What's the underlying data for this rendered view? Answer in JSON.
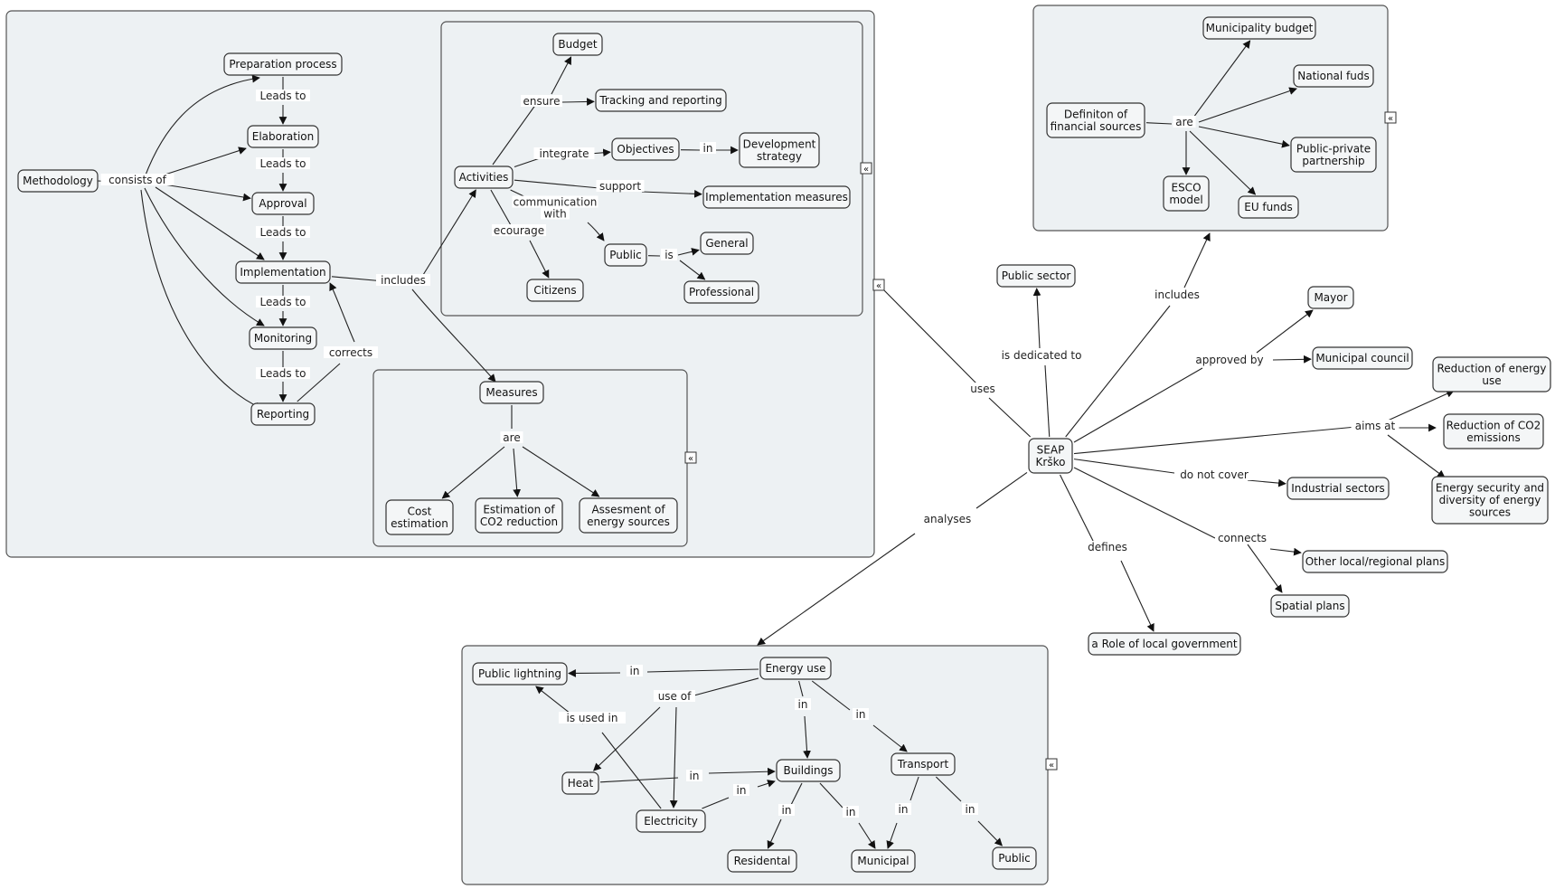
{
  "nodes": {
    "prep": "Preparation process",
    "elab": "Elaboration",
    "approval": "Approval",
    "impl": "Implementation",
    "monitoring": "Monitoring",
    "reporting": "Reporting",
    "methodology": "Methodology",
    "budget": "Budget",
    "tracking": "Tracking and reporting",
    "objectives": "Objectives",
    "devstrat": [
      "Development",
      "strategy"
    ],
    "activities": "Activities",
    "implmeas": "Implementation measures",
    "general": "General",
    "public_act": "Public",
    "citizens": "Citizens",
    "professional": "Professional",
    "measures": "Measures",
    "cost": [
      "Cost",
      "estimation"
    ],
    "estco2": [
      "Estimation of",
      "CO2 reduction"
    ],
    "assess": [
      "Assesment of",
      "energy sources"
    ],
    "munbudget": "Municipality budget",
    "national": "National fuds",
    "deffin": [
      "Definiton of",
      "financial sources"
    ],
    "ppp": [
      "Public-private",
      "partnership"
    ],
    "esco": [
      "ESCO",
      "model"
    ],
    "eu": "EU funds",
    "pubsector": "Public sector",
    "mayor": "Mayor",
    "council": "Municipal council",
    "redenergy": [
      "Reduction of energy",
      "use"
    ],
    "redco2": [
      "Reduction of CO2",
      "emissions"
    ],
    "security": [
      "Energy security and",
      "diversity of energy",
      "sources"
    ],
    "seap": [
      "SEAP",
      "Krško"
    ],
    "industrial": "Industrial sectors",
    "otherplans": "Other local/regional plans",
    "spatial": "Spatial plans",
    "rolelocal": "a Role of local government",
    "energyuse": "Energy use",
    "publight": "Public lightning",
    "buildings": "Buildings",
    "transport": "Transport",
    "heat": "Heat",
    "electricity": "Electricity",
    "residental": "Residental",
    "municipal": "Municipal",
    "public_tr": "Public"
  },
  "labels": {
    "leadsto1": "Leads to",
    "leadsto2": "Leads to",
    "leadsto3": "Leads to",
    "leadsto4": "Leads to",
    "leadsto5": "Leads to",
    "consistsof": "consists of",
    "corrects": "corrects",
    "includes1": "includes",
    "ensure": "ensure",
    "integrate": "integrate",
    "in_obj": "in",
    "support": "support",
    "communication": [
      "communication",
      "with"
    ],
    "ecourage": "ecourage",
    "is": "is",
    "are1": "are",
    "are2": "are",
    "uses": "uses",
    "dedicated": "is dedicated to",
    "includes2": "includes",
    "approvedby": "approved by",
    "aimsat": "aims at",
    "donotcover": "do not cover",
    "connects": "connects",
    "defines": "defines",
    "analyses": "analyses",
    "in_pl": "in",
    "useof": "use of",
    "isusedin": "is used in",
    "in_b": "in",
    "in_t": "in",
    "in_heat": "in",
    "in_elec": "in",
    "in_res": "in",
    "in_mun": "in",
    "in_tm": "in",
    "in_tp": "in"
  },
  "collapse_glyph": "«"
}
